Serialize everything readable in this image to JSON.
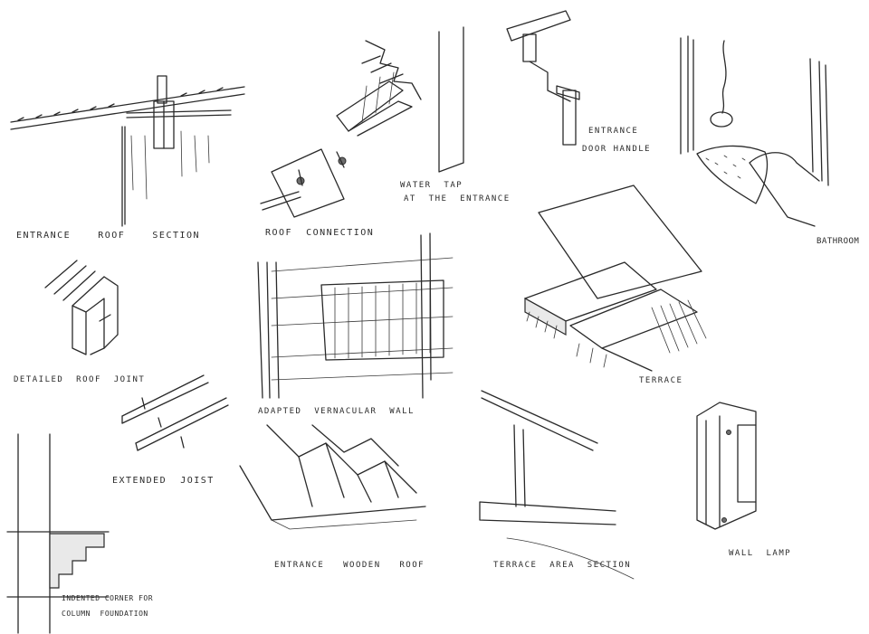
{
  "labels": {
    "entrance_roof_section": "ENTRANCE    ROOF    SECTION",
    "roof_connection": "ROOF  CONNECTION",
    "water_tap_line1": "WATER  TAP",
    "water_tap_line2": "AT  THE  ENTRANCE",
    "door_handle_line1": "ENTRANCE",
    "door_handle_line2": "DOOR HANDLE",
    "bathroom": "BATHROOM",
    "detailed_roof_joint": "DETAILED  ROOF  JOINT",
    "adapted_vernacular_wall": "ADAPTED  VERNACULAR  WALL",
    "terrace": "TERRACE",
    "extended_joist": "EXTENDED  JOIST",
    "entrance_wooden_roof": "ENTRANCE   WOODEN   ROOF",
    "terrace_area_section": "TERRACE  AREA  SECTION",
    "wall_lamp": "WALL  LAMP",
    "indented_corner_line1": "INDENTED CORNER FOR",
    "indented_corner_line2": "COLUMN  FOUNDATION"
  }
}
